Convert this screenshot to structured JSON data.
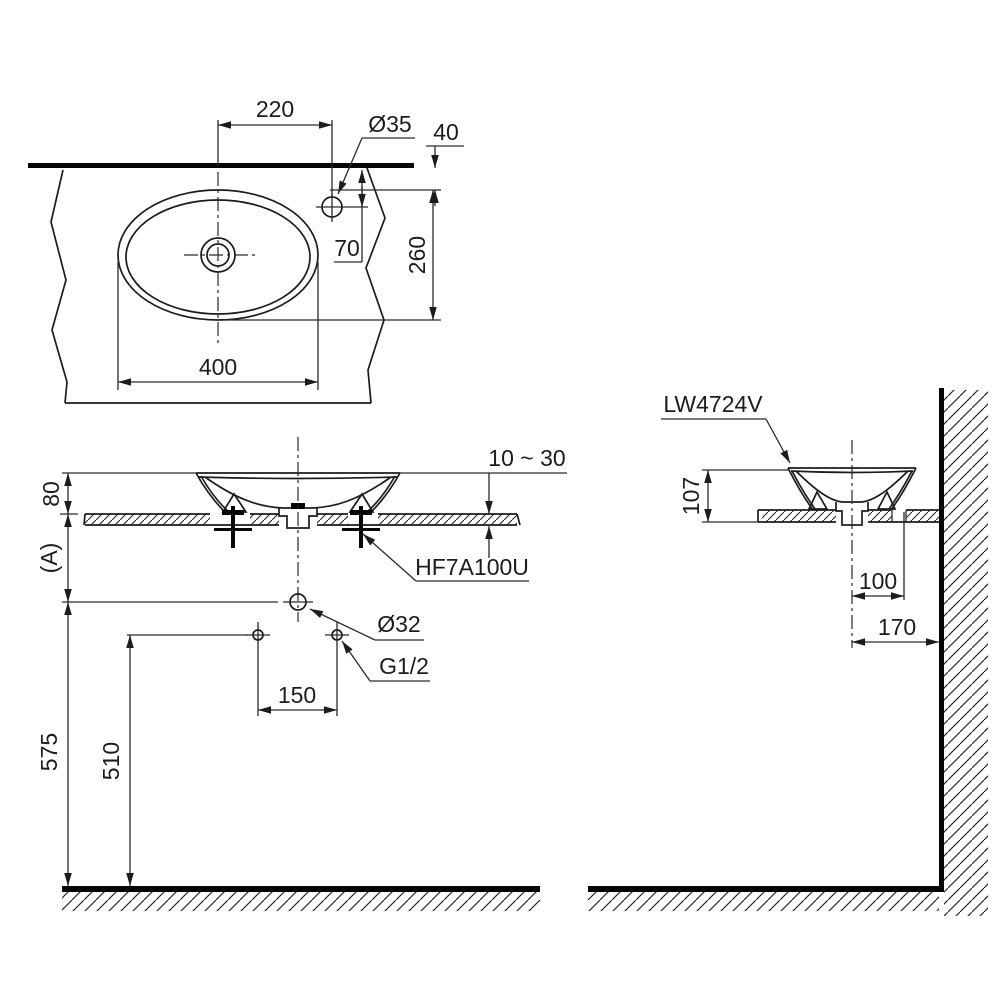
{
  "drawing": {
    "plan_view": {
      "dim_center_to_faucet": "220",
      "faucet_hole_dia": "Ø35",
      "dim_wall_to_rim": "40",
      "dim_wall_to_faucet": "70",
      "dim_bowl_depth": "260",
      "dim_bowl_width": "400"
    },
    "front_view": {
      "dim_height_above_counter": "80",
      "dim_counter_height_ref": "(A)",
      "counter_thickness_range": "10 ~ 30",
      "fixing_bolt_part": "HF7A100U",
      "drain_dia": "Ø32",
      "supply_thread": "G1/2",
      "dim_supply_spacing": "150",
      "dim_floor_to_drain": "575",
      "dim_floor_to_supply": "510"
    },
    "side_view": {
      "model_code": "LW4724V",
      "dim_basin_height": "107",
      "dim_center_to_faucet": "100",
      "dim_center_to_wall": "170"
    }
  }
}
